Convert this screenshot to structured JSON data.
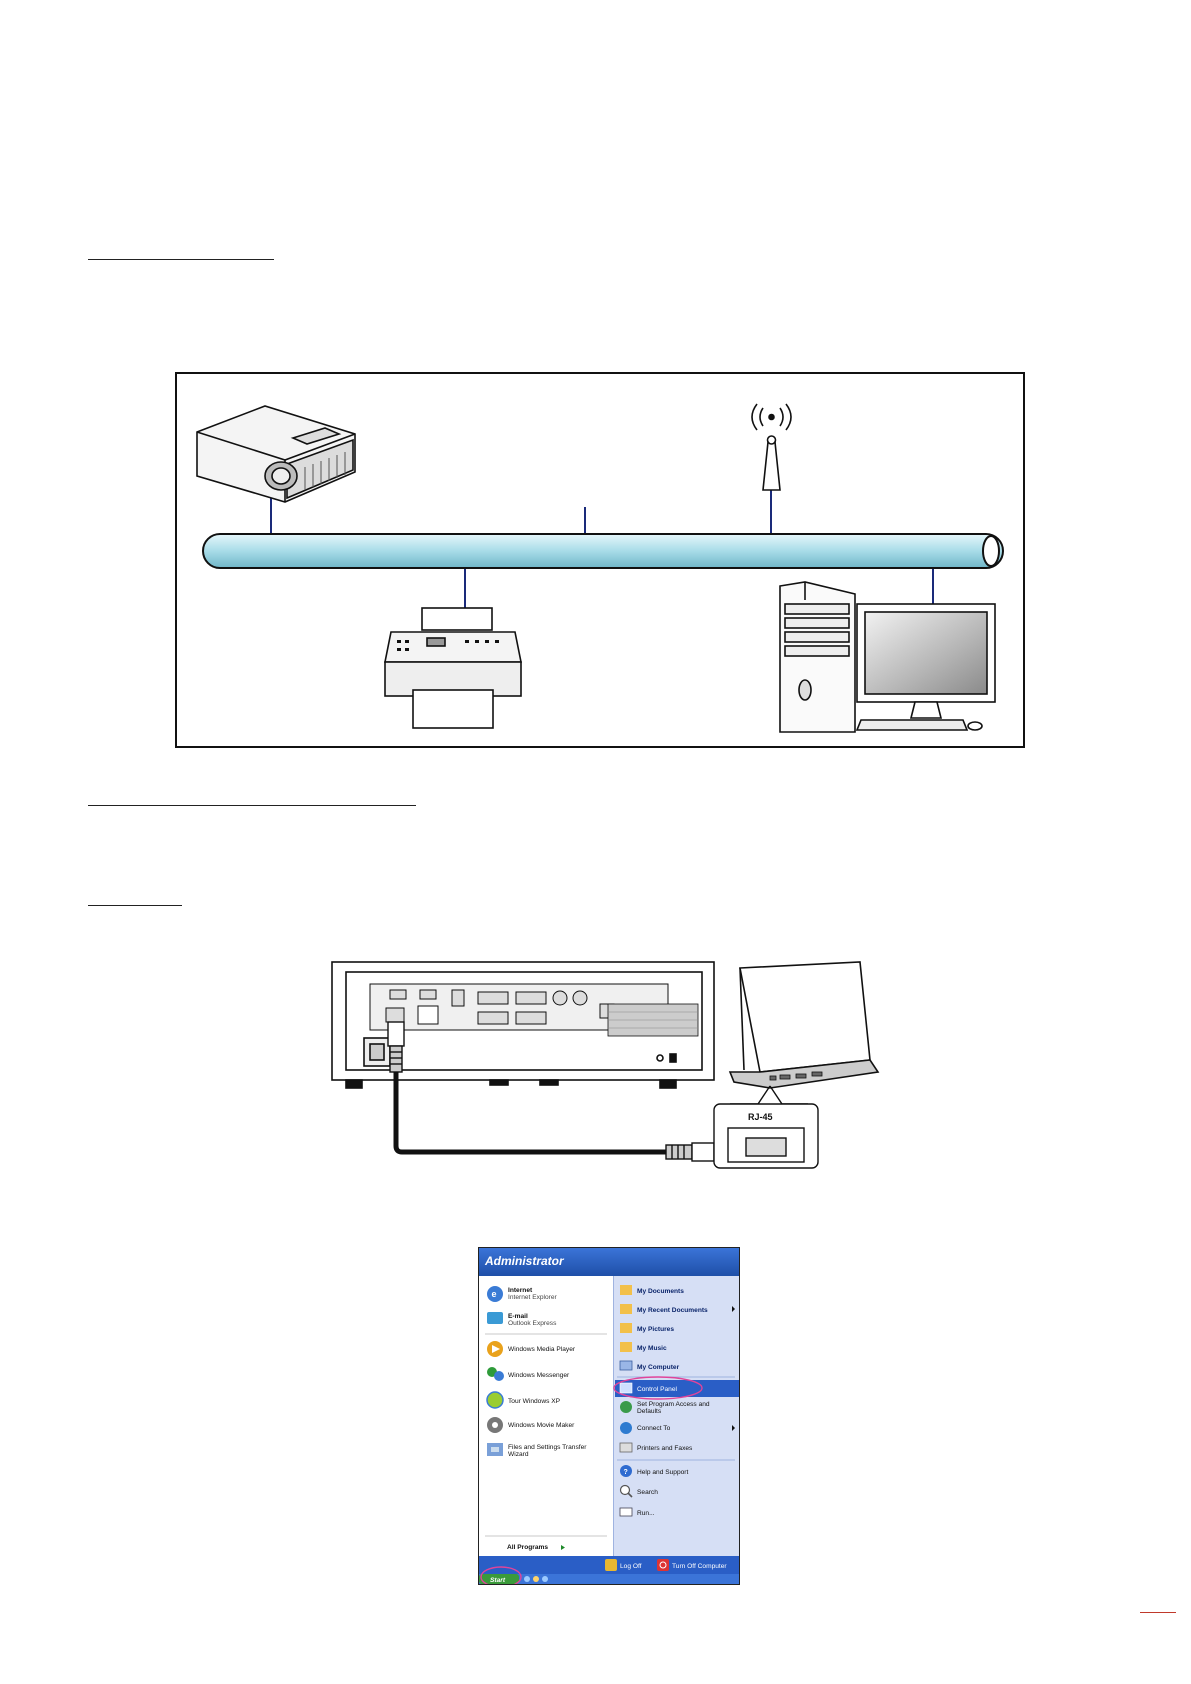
{
  "start_menu": {
    "title": "Administrator",
    "left_items": [
      {
        "label": "Internet",
        "sub": "Internet Explorer",
        "icon": "internet-explorer-icon"
      },
      {
        "label": "E-mail",
        "sub": "Outlook Express",
        "icon": "outlook-express-icon"
      },
      {
        "label": "Windows Media Player",
        "icon": "media-player-icon"
      },
      {
        "label": "Windows Messenger",
        "icon": "messenger-icon"
      },
      {
        "label": "Tour Windows XP",
        "icon": "tour-icon"
      },
      {
        "label": "Windows Movie Maker",
        "icon": "movie-maker-icon"
      },
      {
        "label": "Files and Settings Transfer",
        "sub": "Wizard",
        "icon": "transfer-wizard-icon"
      }
    ],
    "all_programs": "All Programs",
    "right_items": [
      {
        "label": "My Documents",
        "icon": "folder-icon",
        "bold": true
      },
      {
        "label": "My Recent Documents",
        "icon": "folder-icon",
        "bold": true,
        "arrow": true
      },
      {
        "label": "My Pictures",
        "icon": "folder-icon",
        "bold": true
      },
      {
        "label": "My Music",
        "icon": "folder-icon",
        "bold": true
      },
      {
        "label": "My Computer",
        "icon": "computer-icon",
        "bold": true
      },
      {
        "label": "Control Panel",
        "icon": "control-panel-icon",
        "selected": true
      },
      {
        "label": "Set Program Access and",
        "sub": "Defaults",
        "icon": "program-access-icon"
      },
      {
        "label": "Connect To",
        "icon": "connect-icon",
        "arrow": true
      },
      {
        "label": "Printers and Faxes",
        "icon": "printer-icon"
      },
      {
        "label": "Help and Support",
        "icon": "help-icon"
      },
      {
        "label": "Search",
        "icon": "search-icon"
      },
      {
        "label": "Run...",
        "icon": "run-icon"
      }
    ],
    "log_off": "Log Off",
    "turn_off": "Turn Off Computer",
    "start": "Start"
  },
  "rj45_label": "RJ-45",
  "colors": {
    "network_pipe": "#a8dce8",
    "connector_line": "#1a2a7a",
    "xp_blue": "#1f4fa8",
    "xp_menu_bg": "#d6dff5",
    "highlight_circle": "#e0449a",
    "footer_mark": "#c0392b"
  }
}
